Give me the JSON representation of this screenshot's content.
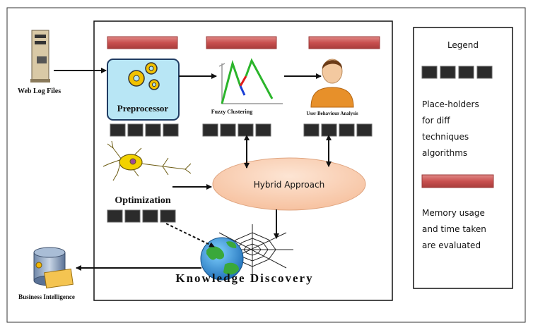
{
  "labels": {
    "web_log_files": "Web Log Files",
    "preprocessor": "Preprocessor",
    "fuzzy_clustering": "Fuzzy Clustering",
    "user_behaviour_analysis": "User Behaviour Analysis",
    "optimization": "Optimization",
    "hybrid_approach": "Hybrid Approach",
    "knowledge_discovery": "Knowledge Discovery",
    "business_intelligence": "Business Intelligence"
  },
  "legend": {
    "title": "Legend",
    "placeholder_lines": [
      "Place-holders",
      "for diff",
      "techniques",
      "algorithms"
    ],
    "memory_lines": [
      "Memory usage",
      "and time taken",
      "are evaluated"
    ]
  },
  "colors": {
    "bar_red": "#c9504f",
    "block_dark": "#2b2b2b",
    "preprocessor_fill": "#b8e6f5",
    "hybrid_fill": "#fbd5bd",
    "arrow": "#111111"
  },
  "icons": [
    "server-icon",
    "gears-icon",
    "chart-icon",
    "user-icon",
    "neuron-icon",
    "globe-icon",
    "web-icon",
    "database-icon"
  ]
}
